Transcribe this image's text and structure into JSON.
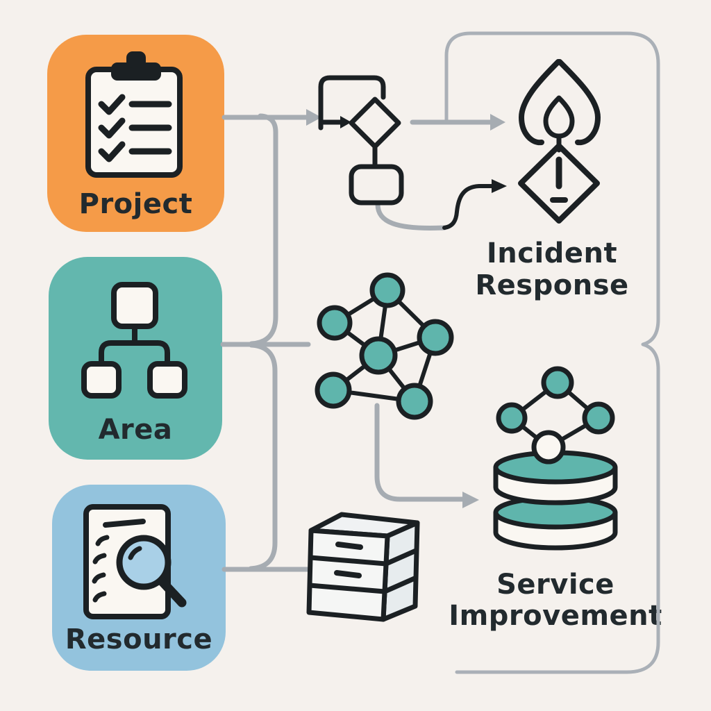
{
  "cards": [
    {
      "id": "project",
      "label": "Project",
      "color": "#F59B48",
      "icon": "clipboard-checklist-icon"
    },
    {
      "id": "area",
      "label": "Area",
      "color": "#63B7AE",
      "icon": "org-hierarchy-icon"
    },
    {
      "id": "resource",
      "label": "Resource",
      "color": "#93C3DD",
      "icon": "document-search-icon"
    }
  ],
  "outputs": [
    {
      "id": "incident-response",
      "label_lines": [
        "Incident",
        "Response"
      ],
      "icon": "spade-alert-icon"
    },
    {
      "id": "service-improvement",
      "label_lines": [
        "Service",
        "Improvement"
      ],
      "icon": "database-cluster-icon"
    }
  ],
  "icons": {
    "project": "clipboard-checklist-icon",
    "area": "org-hierarchy-icon",
    "resource": "document-search-icon",
    "process_top": "flowchart-decision-icon",
    "process_middle": "network-graph-icon",
    "process_bottom": "storage-drawers-icon",
    "incident": "spade-alert-icon",
    "service": "database-cluster-icon"
  },
  "colors": {
    "bg": "#F5F1ED",
    "card-orange": "#F59B48",
    "card-teal": "#63B7AE",
    "card-blue": "#93C3DD",
    "node-teal": "#5FB5AC",
    "ink": "#1B2023",
    "text": "#222A2E",
    "connector-gray": "#A6ACB2",
    "frame-gray": "#AAB0B7",
    "paper": "#FAF7F2",
    "lens-blue": "#A9D0E7",
    "drawer-front": "#F5F6F5",
    "drawer-top": "#F0F2F3",
    "drawer-side": "#E7ECEE"
  }
}
